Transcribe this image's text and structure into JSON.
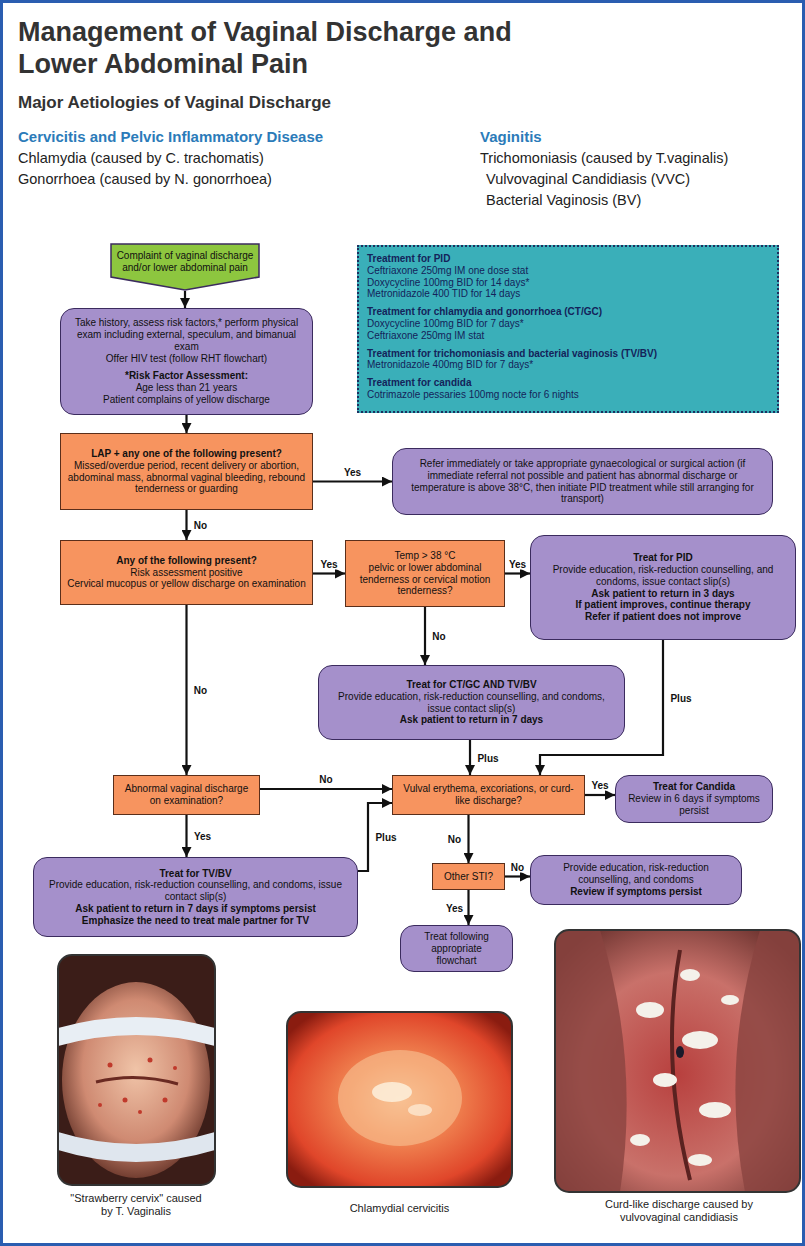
{
  "diagram": {
    "title": "Management of Vaginal Discharge and Lower Abdominal Pain",
    "nodes": [
      {
        "text": [
          "Complaint of vaginal discharge and/or lower abdominal pain"
        ]
      },
      {
        "text": [
          "Treatment for PID",
          "Ceftriaxone 250mg IM one dose stat",
          "Doxycycline 100mg BID for 14 days*",
          "Metronidazole 400 TID for 14 days",
          "Treatment for chlamydia and gonorrhoea (CT/GC)",
          "Doxycycline 100mg BID for 7 days*",
          "Ceftriaxone 250mg IM stat",
          "Treatment for trichomoniasis and bacterial vaginosis (TV/BV)",
          "Metronidazole 400mg BID for 7 days*",
          "Treatment for candida",
          "Cotrimazole pessaries 100mg nocte for 6 nights"
        ]
      },
      {
        "text": [
          "Take history, assess risk factors,* perform physical exam including external, speculum, and bimanual exam",
          "Offer HIV test (follow RHT flowchart)",
          "*Risk Factor Assessment:",
          "Age less than 21 years",
          "Patient complains of yellow discharge"
        ]
      },
      {
        "text": [
          "LAP + any one of the following present?",
          "Missed/overdue period, recent delivery or abortion, abdominal mass, abnormal vaginal bleeding, rebound tenderness or guarding"
        ]
      },
      {
        "text": [
          "Refer immediately or take appropriate gynaecological or surgical action (if immediate referral not possible and patient has abnormal discharge or temperature is above 38°C, then initiate PID treatment while still arranging for transport)"
        ]
      },
      {
        "text": [
          "Any of the following present?",
          "Risk assessment positive",
          "Cervical mucopus or yellow discharge on examination"
        ]
      },
      {
        "text": [
          "Temp > 38 °C",
          "pelvic or lower abdominal tenderness or cervical motion tenderness?"
        ]
      },
      {
        "text": [
          "Treat for PID",
          "Provide education, risk-reduction counselling, and condoms, issue contact slip(s)",
          "Ask patient to return in 3 days",
          "If patient improves, continue therapy",
          "Refer if patient does not improve"
        ]
      },
      {
        "text": [
          "Treat for CT/GC AND TV/BV",
          "Provide education, risk-reduction counselling, and condoms, issue contact slip(s)",
          "Ask patient to return in 7 days"
        ]
      },
      {
        "text": [
          "Abnormal vaginal discharge on examination?"
        ]
      },
      {
        "text": [
          "Vulval erythema, excoriations, or curd-like discharge?"
        ]
      },
      {
        "text": [
          "Treat for Candida",
          "Review in 6 days if symptoms persist"
        ]
      },
      {
        "text": [
          "Treat for TV/BV",
          "Provide education, risk-reduction counselling, and condoms, issue contact slip(s)",
          "Ask patient to return in 7 days if symptoms persist",
          "Emphasize the need to treat male partner for TV"
        ]
      },
      {
        "text": [
          "Other STI?"
        ]
      },
      {
        "text": [
          "Provide education, risk-reduction counselling, and condoms",
          "Review if symptoms persist"
        ]
      },
      {
        "text": [
          "Treat following appropriate flowchart"
        ]
      }
    ],
    "edges": [
      {
        "from": 0,
        "to": 2,
        "arrow": "to"
      },
      {
        "from": 2,
        "to": 3,
        "arrow": "to"
      },
      {
        "from": 3,
        "to": 4,
        "label": "Yes",
        "arrow": "to"
      },
      {
        "from": 3,
        "to": 5,
        "label": "No",
        "arrow": "to"
      },
      {
        "from": 5,
        "to": 6,
        "label": "Yes",
        "arrow": "to"
      },
      {
        "from": 5,
        "to": 9,
        "label": "No",
        "arrow": "to"
      },
      {
        "from": 6,
        "to": 7,
        "label": "Yes",
        "arrow": "to"
      },
      {
        "from": 6,
        "to": 8,
        "label": "No",
        "arrow": "to"
      },
      {
        "from": 7,
        "to": 10,
        "label": "Plus",
        "arrow": "to"
      },
      {
        "from": 8,
        "to": 10,
        "label": "Plus",
        "arrow": "to"
      },
      {
        "from": 9,
        "to": 10,
        "label": "No",
        "arrow": "to"
      },
      {
        "from": 9,
        "to": 12,
        "label": "Yes",
        "arrow": "to"
      },
      {
        "from": 12,
        "to": 10,
        "label": "Plus",
        "arrow": "to"
      },
      {
        "from": 10,
        "to": 11,
        "label": "Yes",
        "arrow": "to"
      },
      {
        "from": 10,
        "to": 13,
        "label": "No",
        "arrow": "to"
      },
      {
        "from": 13,
        "to": 14,
        "label": "No",
        "arrow": "to"
      },
      {
        "from": 13,
        "to": 15,
        "label": "Yes",
        "arrow": "to"
      }
    ],
    "labels": [
      "Major Aetiologies of Vaginal Discharge",
      "Cervicitis and Pelvic Inflammatory Disease",
      "Vaginitis",
      "Chlamydia (caused by C. trachomatis)",
      "Trichomoniasis (caused by T.vaginalis)",
      "Gonorrhoea (caused by N. gonorrhoea)",
      "Vulvovaginal Candidiasis (VVC)",
      "Bacterial Vaginosis (BV)",
      "\"Strawberry cervix\" caused by T. Vaginalis",
      "Chlamydial cervicitis",
      "Curd-like discharge caused by vulvovaginal candidiasis"
    ]
  }
}
